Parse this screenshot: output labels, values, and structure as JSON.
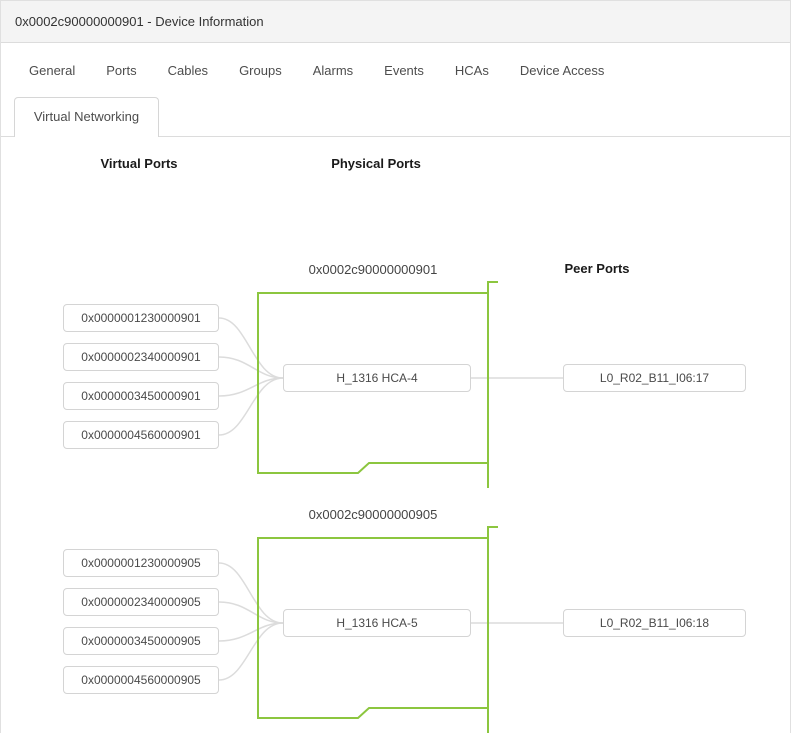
{
  "window": {
    "title": "0x0002c90000000901 - Device Information"
  },
  "tabs": {
    "items": [
      "General",
      "Ports",
      "Cables",
      "Groups",
      "Alarms",
      "Events",
      "HCAs",
      "Device Access"
    ]
  },
  "subtabs": {
    "active": "Virtual Networking"
  },
  "columns": {
    "virtual": "Virtual Ports",
    "physical": "Physical Ports",
    "peer": "Peer Ports"
  },
  "colors": {
    "chassis_green": "#8cc63f",
    "connector_gray": "#dcdcdc",
    "box_border": "#d4d4d4",
    "header_bg": "#f4f4f4"
  },
  "sections": [
    {
      "title": "0x0002c90000000901",
      "hca": "H_1316 HCA-4",
      "virtual_ports": [
        "0x0000001230000901",
        "0x0000002340000901",
        "0x0000003450000901",
        "0x0000004560000901"
      ],
      "peer_port": "L0_R02_B11_I06:17"
    },
    {
      "title": "0x0002c90000000905",
      "hca": "H_1316 HCA-5",
      "virtual_ports": [
        "0x0000001230000905",
        "0x0000002340000905",
        "0x0000003450000905",
        "0x0000004560000905"
      ],
      "peer_port": "L0_R02_B11_I06:18"
    }
  ]
}
